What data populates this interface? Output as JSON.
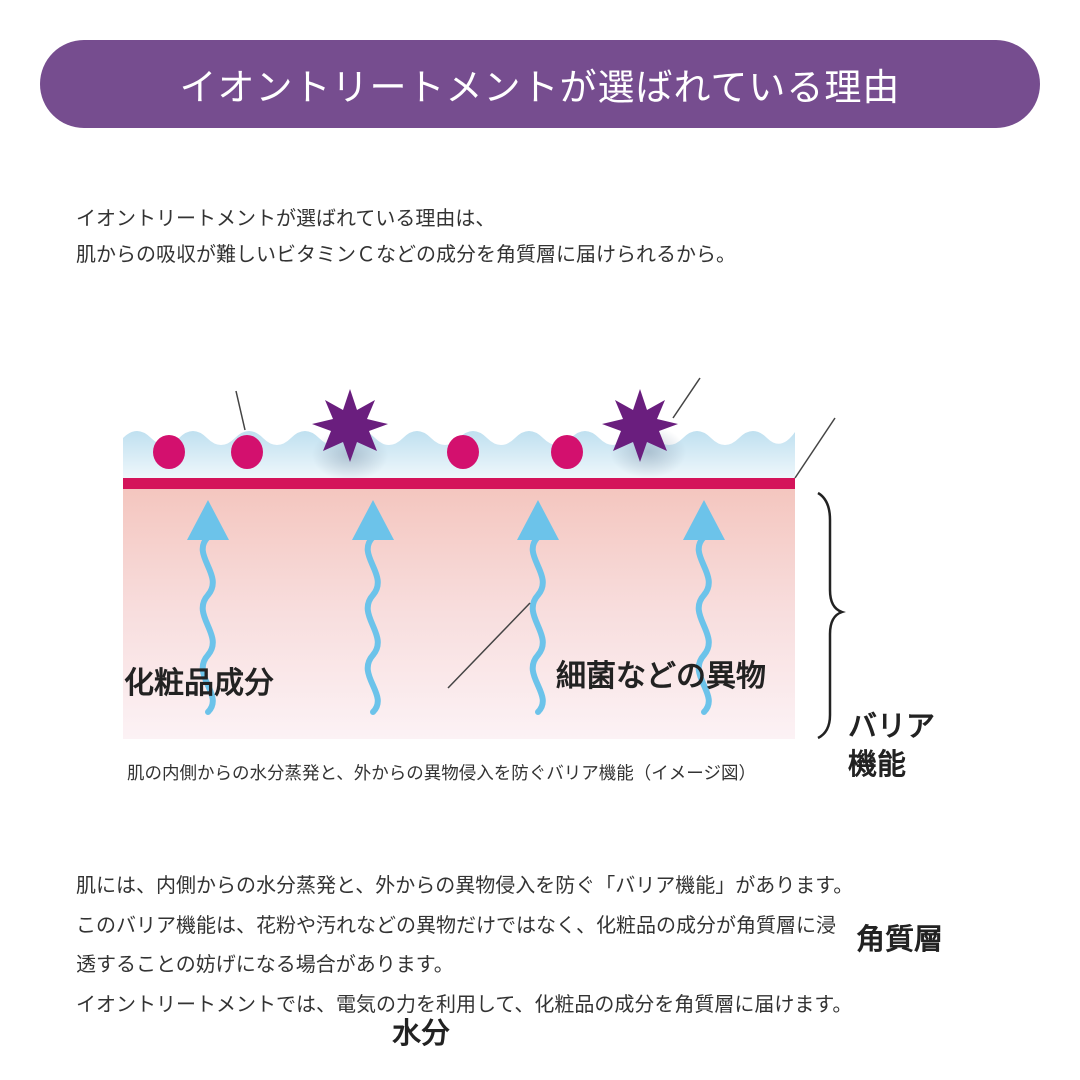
{
  "header": {
    "title": "イオントリートメントが選ばれている理由",
    "banner_color": "#764d8f"
  },
  "intro": {
    "lines": [
      "イオントリートメントが選ばれている理由は、",
      "肌からの吸収が難しいビタミンＣなどの成分を角質層に届けられるから。"
    ]
  },
  "diagram": {
    "labels": {
      "cosmetic_ingredients": "化粧品成分",
      "foreign_matter": "細菌などの異物",
      "barrier_line1": "バリア",
      "barrier_line2": "機能",
      "stratum_corneum": "角質層",
      "moisture": "水分"
    },
    "colors": {
      "barrier_line": "#d4145a",
      "ingredient_dot": "#d3106e",
      "foreign_star": "#6a1e7e",
      "moisture_arrow": "#6cc3ea",
      "surface_layer": "#cfe6f3",
      "stratum_top": "#f4c9c3",
      "stratum_bottom": "#fbf0f3"
    },
    "caption": "肌の内側からの水分蒸発と、外からの異物侵入を防ぐバリア機能（イメージ図）"
  },
  "body": {
    "lines": [
      "肌には、内側からの水分蒸発と、外からの異物侵入を防ぐ「バリア機能」があります。",
      "このバリア機能は、花粉や汚れなどの異物だけではなく、化粧品の成分が角質層に浸",
      "透することの妨げになる場合があります。",
      "イオントリートメントでは、電気の力を利用して、化粧品の成分を角質層に届けます。"
    ]
  }
}
